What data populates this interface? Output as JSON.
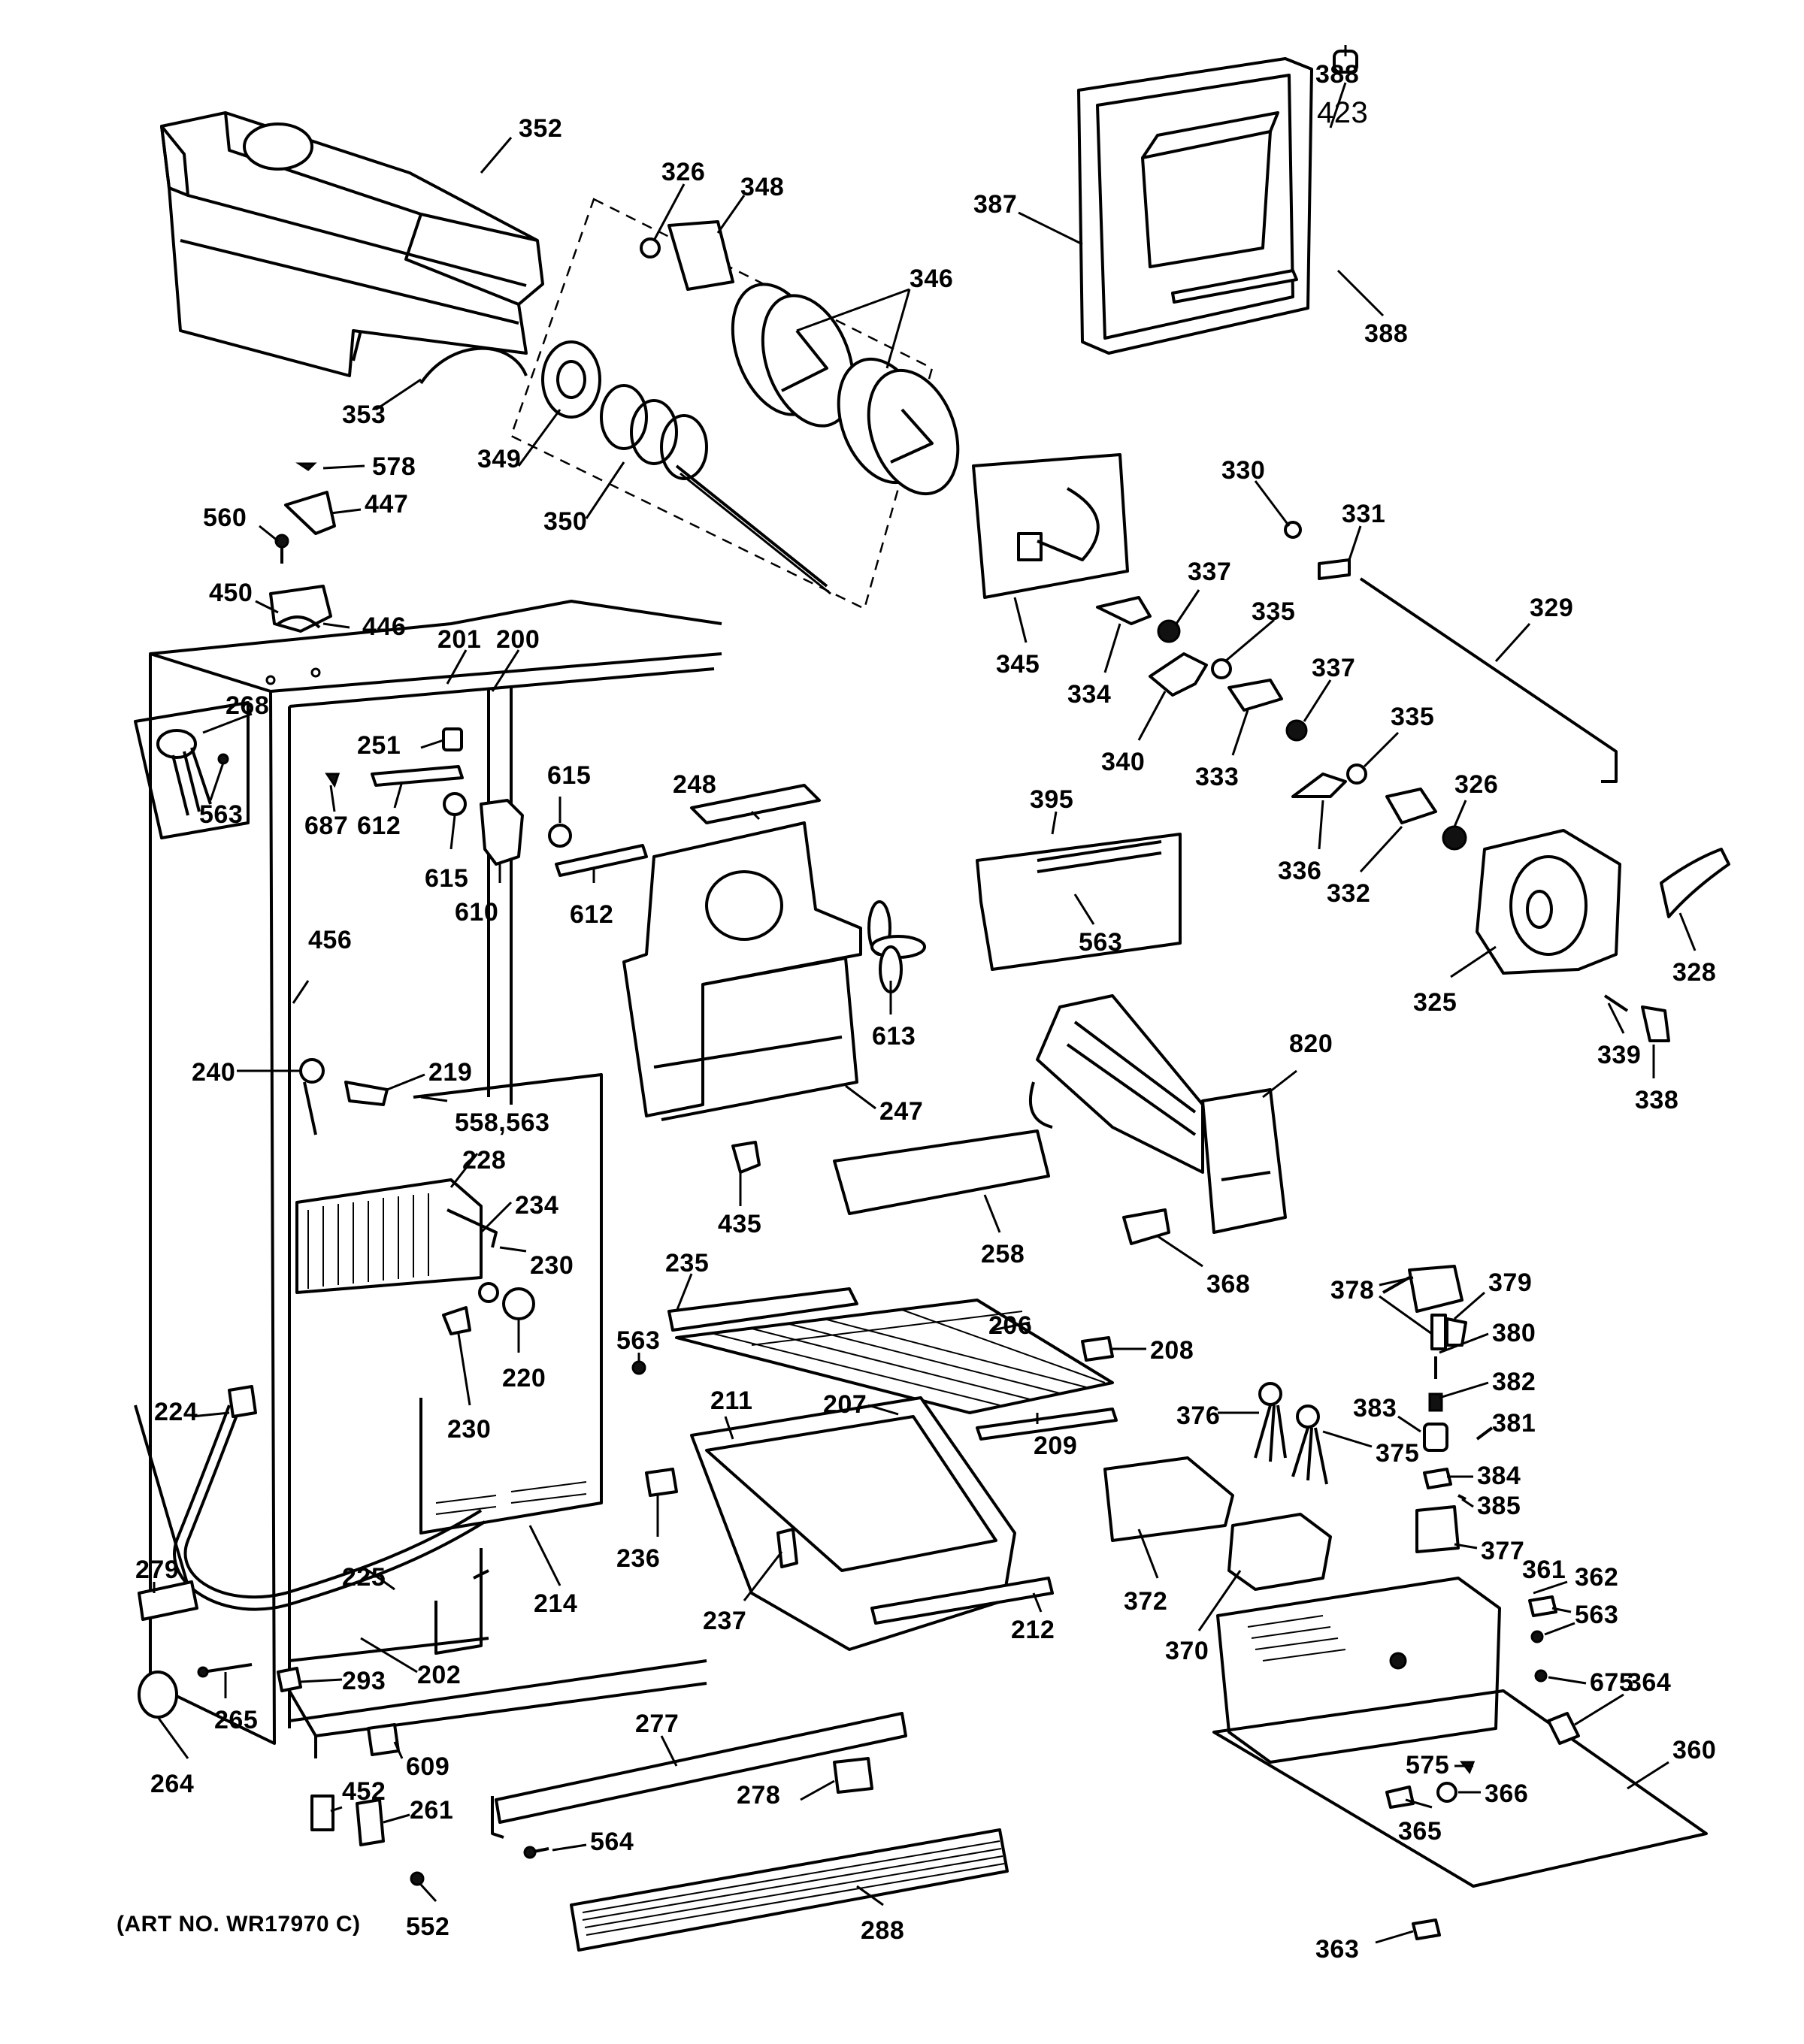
{
  "caption": "(ART NO. WR17970 C)",
  "part_labels": [
    {
      "id": "l352",
      "text": "352"
    },
    {
      "id": "l353",
      "text": "353"
    },
    {
      "id": "l326a",
      "text": "326"
    },
    {
      "id": "l348",
      "text": "348"
    },
    {
      "id": "l346",
      "text": "346"
    },
    {
      "id": "l349",
      "text": "349"
    },
    {
      "id": "l350",
      "text": "350"
    },
    {
      "id": "l387",
      "text": "387"
    },
    {
      "id": "l388a",
      "text": "388"
    },
    {
      "id": "l388b",
      "text": "388"
    },
    {
      "id": "l423",
      "text": "423"
    },
    {
      "id": "l578",
      "text": "578"
    },
    {
      "id": "l447",
      "text": "447"
    },
    {
      "id": "l560",
      "text": "560"
    },
    {
      "id": "l450",
      "text": "450"
    },
    {
      "id": "l446",
      "text": "446"
    },
    {
      "id": "l201",
      "text": "201"
    },
    {
      "id": "l200",
      "text": "200"
    },
    {
      "id": "l268",
      "text": "268"
    },
    {
      "id": "l563a",
      "text": "563"
    },
    {
      "id": "l251",
      "text": "251"
    },
    {
      "id": "l687",
      "text": "687"
    },
    {
      "id": "l612a",
      "text": "612"
    },
    {
      "id": "l615a",
      "text": "615"
    },
    {
      "id": "l615b",
      "text": "615"
    },
    {
      "id": "l610",
      "text": "610"
    },
    {
      "id": "l612b",
      "text": "612"
    },
    {
      "id": "l248",
      "text": "248"
    },
    {
      "id": "l345",
      "text": "345"
    },
    {
      "id": "l330",
      "text": "330"
    },
    {
      "id": "l331",
      "text": "331"
    },
    {
      "id": "l329",
      "text": "329"
    },
    {
      "id": "l337a",
      "text": "337"
    },
    {
      "id": "l335a",
      "text": "335"
    },
    {
      "id": "l334",
      "text": "334"
    },
    {
      "id": "l340",
      "text": "340"
    },
    {
      "id": "l333",
      "text": "333"
    },
    {
      "id": "l337b",
      "text": "337"
    },
    {
      "id": "l335b",
      "text": "335"
    },
    {
      "id": "l336",
      "text": "336"
    },
    {
      "id": "l332",
      "text": "332"
    },
    {
      "id": "l326b",
      "text": "326"
    },
    {
      "id": "l325",
      "text": "325"
    },
    {
      "id": "l328",
      "text": "328"
    },
    {
      "id": "l339",
      "text": "339"
    },
    {
      "id": "l338",
      "text": "338"
    },
    {
      "id": "l395",
      "text": "395"
    },
    {
      "id": "l563b",
      "text": "563"
    },
    {
      "id": "l456",
      "text": "456"
    },
    {
      "id": "l613",
      "text": "613"
    },
    {
      "id": "l240",
      "text": "240"
    },
    {
      "id": "l219",
      "text": "219"
    },
    {
      "id": "l558",
      "text": "558,563"
    },
    {
      "id": "l228",
      "text": "228"
    },
    {
      "id": "l234",
      "text": "234"
    },
    {
      "id": "l230a",
      "text": "230"
    },
    {
      "id": "l220",
      "text": "220"
    },
    {
      "id": "l230b",
      "text": "230"
    },
    {
      "id": "l247",
      "text": "247"
    },
    {
      "id": "l435",
      "text": "435"
    },
    {
      "id": "l258",
      "text": "258"
    },
    {
      "id": "l820",
      "text": "820"
    },
    {
      "id": "l368",
      "text": "368"
    },
    {
      "id": "l235",
      "text": "235"
    },
    {
      "id": "l206",
      "text": "206"
    },
    {
      "id": "l563c",
      "text": "563"
    },
    {
      "id": "l208",
      "text": "208"
    },
    {
      "id": "l211",
      "text": "211"
    },
    {
      "id": "l207",
      "text": "207"
    },
    {
      "id": "l209",
      "text": "209"
    },
    {
      "id": "l378",
      "text": "378"
    },
    {
      "id": "l379",
      "text": "379"
    },
    {
      "id": "l380",
      "text": "380"
    },
    {
      "id": "l382",
      "text": "382"
    },
    {
      "id": "l383",
      "text": "383"
    },
    {
      "id": "l381",
      "text": "381"
    },
    {
      "id": "l376",
      "text": "376"
    },
    {
      "id": "l375",
      "text": "375"
    },
    {
      "id": "l384",
      "text": "384"
    },
    {
      "id": "l385",
      "text": "385"
    },
    {
      "id": "l377",
      "text": "377"
    },
    {
      "id": "l224",
      "text": "224"
    },
    {
      "id": "l279",
      "text": "279"
    },
    {
      "id": "l225",
      "text": "225"
    },
    {
      "id": "l214",
      "text": "214"
    },
    {
      "id": "l236",
      "text": "236"
    },
    {
      "id": "l237",
      "text": "237"
    },
    {
      "id": "l212",
      "text": "212"
    },
    {
      "id": "l372",
      "text": "372"
    },
    {
      "id": "l370",
      "text": "370"
    },
    {
      "id": "l361",
      "text": "361"
    },
    {
      "id": "l362",
      "text": "362"
    },
    {
      "id": "l563d",
      "text": "563"
    },
    {
      "id": "l675",
      "text": "675"
    },
    {
      "id": "l364",
      "text": "364"
    },
    {
      "id": "l360",
      "text": "360"
    },
    {
      "id": "l202",
      "text": "202"
    },
    {
      "id": "l293",
      "text": "293"
    },
    {
      "id": "l265",
      "text": "265"
    },
    {
      "id": "l264",
      "text": "264"
    },
    {
      "id": "l277",
      "text": "277"
    },
    {
      "id": "l609",
      "text": "609"
    },
    {
      "id": "l452",
      "text": "452"
    },
    {
      "id": "l261",
      "text": "261"
    },
    {
      "id": "l278",
      "text": "278"
    },
    {
      "id": "l575",
      "text": "575"
    },
    {
      "id": "l366",
      "text": "366"
    },
    {
      "id": "l365",
      "text": "365"
    },
    {
      "id": "l564",
      "text": "564"
    },
    {
      "id": "l552",
      "text": "552"
    },
    {
      "id": "l288",
      "text": "288"
    },
    {
      "id": "l363",
      "text": "363"
    }
  ]
}
